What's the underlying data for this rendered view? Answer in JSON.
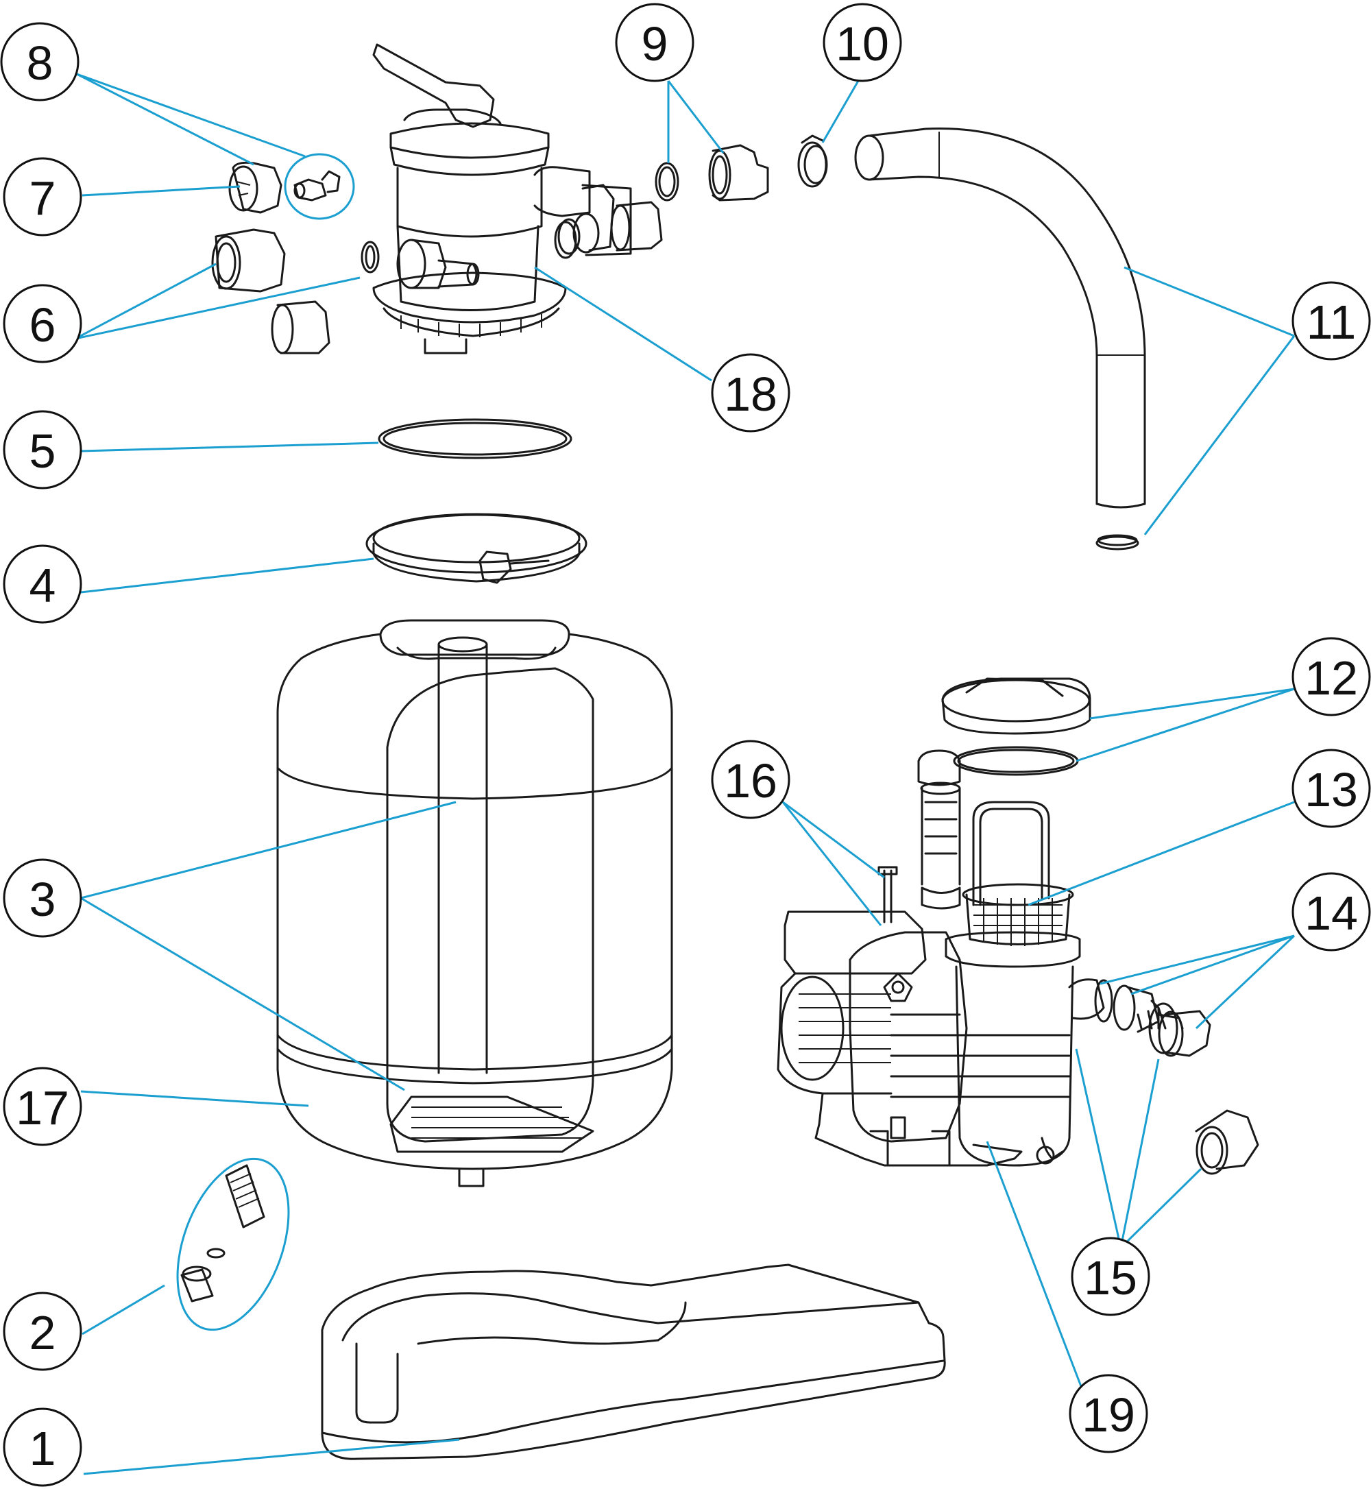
{
  "callouts": [
    {
      "id": "1",
      "label": "1"
    },
    {
      "id": "2",
      "label": "2"
    },
    {
      "id": "3",
      "label": "3"
    },
    {
      "id": "4",
      "label": "4"
    },
    {
      "id": "5",
      "label": "5"
    },
    {
      "id": "6",
      "label": "6"
    },
    {
      "id": "7",
      "label": "7"
    },
    {
      "id": "8",
      "label": "8"
    },
    {
      "id": "9",
      "label": "9"
    },
    {
      "id": "10",
      "label": "10"
    },
    {
      "id": "11",
      "label": "11"
    },
    {
      "id": "12",
      "label": "12"
    },
    {
      "id": "13",
      "label": "13"
    },
    {
      "id": "14",
      "label": "14"
    },
    {
      "id": "15",
      "label": "15"
    },
    {
      "id": "16",
      "label": "16"
    },
    {
      "id": "17",
      "label": "17"
    },
    {
      "id": "18",
      "label": "18"
    },
    {
      "id": "19",
      "label": "19"
    }
  ],
  "colors": {
    "leader": "#1a9fd0",
    "outline": "#1a1a1a",
    "background": "#ffffff"
  }
}
